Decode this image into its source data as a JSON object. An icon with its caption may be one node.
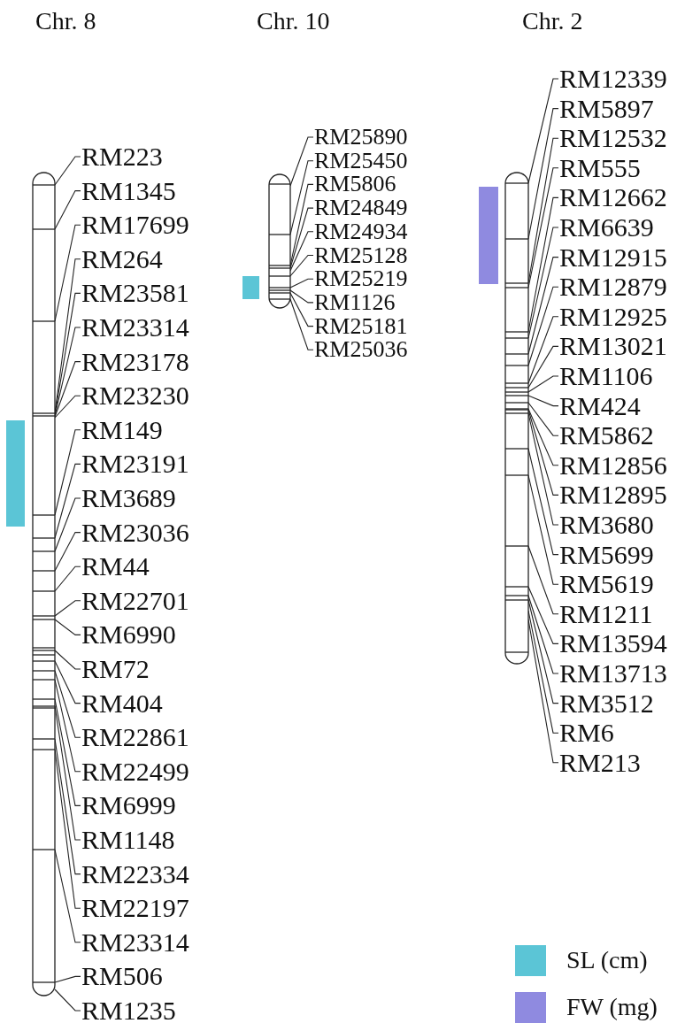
{
  "diagram": {
    "nodes": [
      {
        "text": [],
        "shape": "bar"
      },
      {
        "text": [
          "RM223"
        ]
      },
      {
        "text": [
          "RM1345"
        ]
      },
      {
        "text": [
          "RM17699"
        ]
      },
      {
        "text": [
          "RM264"
        ]
      },
      {
        "text": [
          "RM23581"
        ]
      },
      {
        "text": [
          "RM23314"
        ]
      },
      {
        "text": [
          "RM23178"
        ]
      },
      {
        "text": [
          "RM23230"
        ]
      },
      {
        "text": [
          "RM149"
        ]
      },
      {
        "text": [
          "RM23191"
        ]
      },
      {
        "text": [
          "RM3689"
        ]
      },
      {
        "text": [
          "RM23036"
        ]
      },
      {
        "text": [
          "RM44"
        ]
      },
      {
        "text": [
          "RM22701"
        ]
      },
      {
        "text": [
          "RM6990"
        ]
      },
      {
        "text": [
          "RM72"
        ]
      },
      {
        "text": [
          "RM404"
        ]
      },
      {
        "text": [
          "RM22861"
        ]
      },
      {
        "text": [
          "RM22499"
        ]
      },
      {
        "text": [
          "RM6999"
        ]
      },
      {
        "text": [
          "RM1148"
        ]
      },
      {
        "text": [
          "RM22334"
        ]
      },
      {
        "text": [
          "RM22197"
        ]
      },
      {
        "text": [
          "RM23314"
        ]
      },
      {
        "text": [
          "RM506"
        ]
      },
      {
        "text": [
          "RM1235"
        ]
      },
      {
        "text": [],
        "shape": "bar"
      },
      {
        "text": [
          "RM25890"
        ]
      },
      {
        "text": [
          "RM25450"
        ]
      },
      {
        "text": [
          "RM5806"
        ]
      },
      {
        "text": [
          "RM24849"
        ]
      },
      {
        "text": [
          "RM24934"
        ]
      },
      {
        "text": [
          "RM25128"
        ]
      },
      {
        "text": [
          "RM25219"
        ]
      },
      {
        "text": [
          "RM1126"
        ]
      },
      {
        "text": [
          "RM25181"
        ]
      },
      {
        "text": [
          "RM25036"
        ]
      },
      {
        "text": [],
        "shape": "bar"
      },
      {
        "text": [
          "RM12339"
        ]
      },
      {
        "text": [
          "RM5897"
        ]
      },
      {
        "text": [
          "RM12532"
        ]
      },
      {
        "text": [
          "RM555"
        ]
      },
      {
        "text": [
          "RM12662"
        ]
      },
      {
        "text": [
          "RM6639"
        ]
      },
      {
        "text": [
          "RM12915"
        ]
      },
      {
        "text": [
          "RM12879"
        ]
      },
      {
        "text": [
          "RM12925"
        ]
      },
      {
        "text": [
          "RM13021"
        ]
      },
      {
        "text": [
          "RM1106"
        ]
      },
      {
        "text": [
          "RM424"
        ]
      },
      {
        "text": [
          "RM5862"
        ]
      },
      {
        "text": [
          "RM12856"
        ]
      },
      {
        "text": [
          "RM12895"
        ]
      },
      {
        "text": [
          "RM3680"
        ]
      },
      {
        "text": [
          "RM5699"
        ]
      },
      {
        "text": [
          "RM5619"
        ]
      },
      {
        "text": [
          "RM1211"
        ]
      },
      {
        "text": [
          "RM13594"
        ]
      },
      {
        "text": [
          "RM13713"
        ]
      },
      {
        "text": [
          "RM3512"
        ]
      },
      {
        "text": [
          "RM6"
        ]
      },
      {
        "text": [
          "RM213"
        ]
      },
      {
        "text": [],
        "shape": "bar"
      },
      {
        "text": [],
        "shape": "bar"
      },
      {
        "text": [],
        "shape": "bar"
      }
    ],
    "edges": [
      {
        "from": 1,
        "to": 0,
        "arrow": "none"
      },
      {
        "from": 2,
        "to": 0,
        "arrow": "none"
      },
      {
        "from": 3,
        "to": 0,
        "arrow": "none"
      },
      {
        "from": 4,
        "to": 0,
        "arrow": "none"
      },
      {
        "from": 5,
        "to": 0,
        "arrow": "none"
      },
      {
        "from": 6,
        "to": 0,
        "arrow": "none"
      },
      {
        "from": 7,
        "to": 0,
        "arrow": "none"
      },
      {
        "from": 8,
        "to": 0,
        "arrow": "none"
      },
      {
        "from": 9,
        "to": 0,
        "arrow": "none"
      },
      {
        "from": 10,
        "to": 0,
        "arrow": "none"
      },
      {
        "from": 11,
        "to": 0,
        "arrow": "none"
      },
      {
        "from": 12,
        "to": 0,
        "arrow": "none"
      },
      {
        "from": 13,
        "to": 0,
        "arrow": "none"
      },
      {
        "from": 14,
        "to": 0,
        "arrow": "none"
      },
      {
        "from": 15,
        "to": 0,
        "arrow": "none"
      },
      {
        "from": 16,
        "to": 0,
        "arrow": "none"
      },
      {
        "from": 17,
        "to": 0,
        "arrow": "none"
      },
      {
        "from": 18,
        "to": 0,
        "arrow": "none"
      },
      {
        "from": 19,
        "to": 0,
        "arrow": "none"
      },
      {
        "from": 20,
        "to": 0,
        "arrow": "none"
      },
      {
        "from": 21,
        "to": 0,
        "arrow": "none"
      },
      {
        "from": 22,
        "to": 0,
        "arrow": "none"
      },
      {
        "from": 23,
        "to": 0,
        "arrow": "none"
      },
      {
        "from": 24,
        "to": 0,
        "arrow": "none"
      },
      {
        "from": 25,
        "to": 0,
        "arrow": "none"
      },
      {
        "from": 26,
        "to": 0,
        "arrow": "none"
      },
      {
        "from": 28,
        "to": 27,
        "arrow": "none"
      },
      {
        "from": 29,
        "to": 27,
        "arrow": "none"
      },
      {
        "from": 30,
        "to": 27,
        "arrow": "none"
      },
      {
        "from": 31,
        "to": 27,
        "arrow": "none"
      },
      {
        "from": 32,
        "to": 27,
        "arrow": "none"
      },
      {
        "from": 33,
        "to": 27,
        "arrow": "none"
      },
      {
        "from": 34,
        "to": 27,
        "arrow": "none"
      },
      {
        "from": 35,
        "to": 27,
        "arrow": "none"
      },
      {
        "from": 36,
        "to": 27,
        "arrow": "none"
      },
      {
        "from": 37,
        "to": 27,
        "arrow": "none"
      },
      {
        "from": 39,
        "to": 38,
        "arrow": "none"
      },
      {
        "from": 40,
        "to": 38,
        "arrow": "none"
      },
      {
        "from": 41,
        "to": 38,
        "arrow": "none"
      },
      {
        "from": 42,
        "to": 38,
        "arrow": "none"
      },
      {
        "from": 43,
        "to": 38,
        "arrow": "none"
      },
      {
        "from": 44,
        "to": 38,
        "arrow": "none"
      },
      {
        "from": 45,
        "to": 38,
        "arrow": "none"
      },
      {
        "from": 46,
        "to": 38,
        "arrow": "none"
      },
      {
        "from": 47,
        "to": 38,
        "arrow": "none"
      },
      {
        "from": 48,
        "to": 38,
        "arrow": "none"
      },
      {
        "from": 49,
        "to": 38,
        "arrow": "none"
      },
      {
        "from": 50,
        "to": 38,
        "arrow": "none"
      },
      {
        "from": 51,
        "to": 38,
        "arrow": "none"
      },
      {
        "from": 52,
        "to": 38,
        "arrow": "none"
      },
      {
        "from": 53,
        "to": 38,
        "arrow": "none"
      },
      {
        "from": 54,
        "to": 38,
        "arrow": "none"
      },
      {
        "from": 55,
        "to": 38,
        "arrow": "none"
      },
      {
        "from": 56,
        "to": 38,
        "arrow": "none"
      },
      {
        "from": 57,
        "to": 38,
        "arrow": "none"
      },
      {
        "from": 58,
        "to": 38,
        "arrow": "none"
      },
      {
        "from": 59,
        "to": 38,
        "arrow": "none"
      },
      {
        "from": 60,
        "to": 38,
        "arrow": "none"
      },
      {
        "from": 61,
        "to": 38,
        "arrow": "none"
      },
      {
        "from": 62,
        "to": 38,
        "arrow": "none"
      }
    ],
    "labels": [
      "Chr. 8",
      "Chr. 10",
      "Chr. 2"
    ],
    "legend": [
      {
        "text": "SL (cm)",
        "color": "#5bc5d6"
      },
      {
        "text": "FW (mg)",
        "color": "#8f8ae0"
      }
    ]
  }
}
